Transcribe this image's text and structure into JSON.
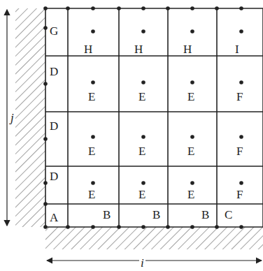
{
  "diagram": {
    "labels": [
      "G",
      "H",
      "H",
      "H",
      "I",
      "D",
      "E",
      "E",
      "E",
      "F",
      "D",
      "E",
      "E",
      "E",
      "F",
      "D",
      "E",
      "E",
      "E",
      "F",
      "A",
      "B",
      "B",
      "B",
      "C",
      "j",
      "i"
    ]
  }
}
